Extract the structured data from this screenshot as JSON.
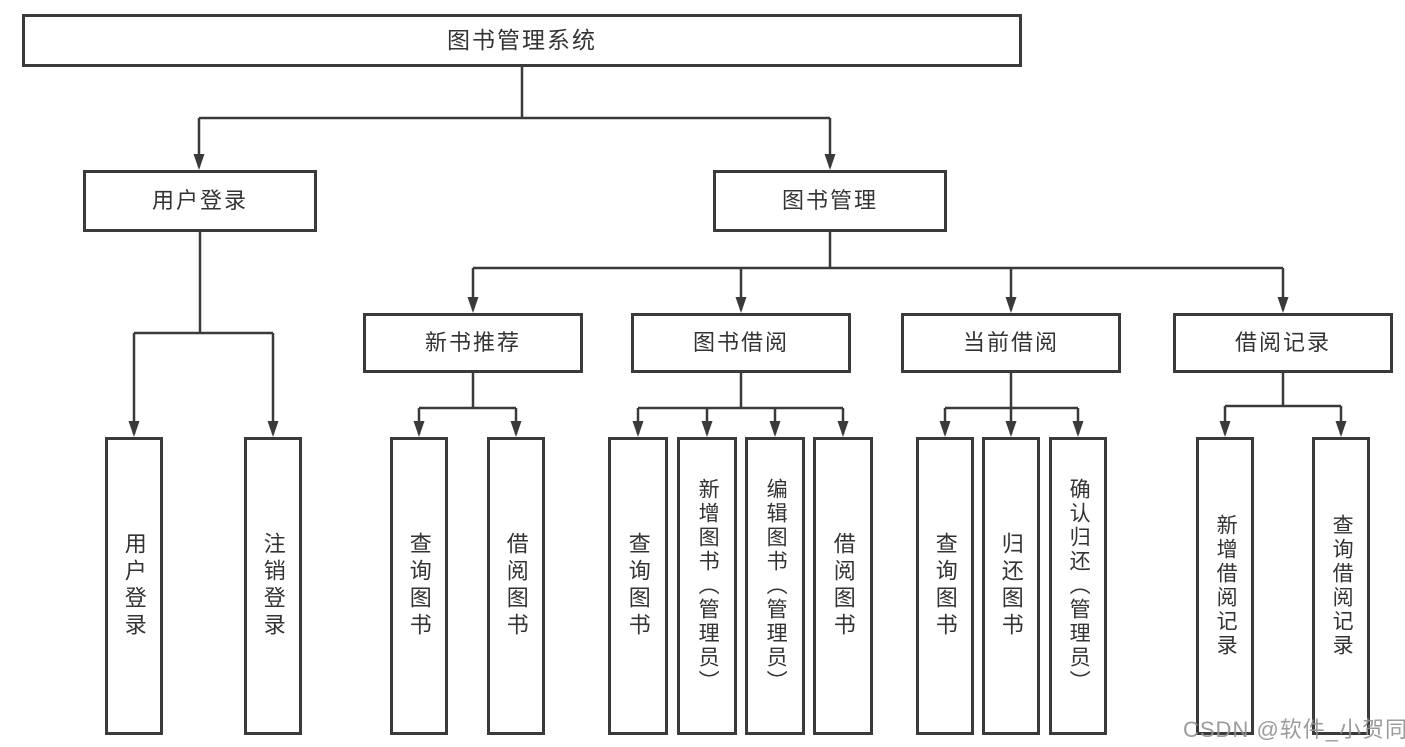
{
  "tree": {
    "root": {
      "label": "图书管理系统",
      "children": [
        {
          "label": "用户登录",
          "children": [
            {
              "label": "用户登录"
            },
            {
              "label": "注销登录"
            }
          ]
        },
        {
          "label": "图书管理",
          "children": [
            {
              "label": "新书推荐",
              "children": [
                {
                  "label": "查询图书"
                },
                {
                  "label": "借阅图书"
                }
              ]
            },
            {
              "label": "图书借阅",
              "children": [
                {
                  "label": "查询图书"
                },
                {
                  "label": "新增图书（管理员）"
                },
                {
                  "label": "编辑图书（管理员）"
                },
                {
                  "label": "借阅图书"
                }
              ]
            },
            {
              "label": "当前借阅",
              "children": [
                {
                  "label": "查询图书"
                },
                {
                  "label": "归还图书"
                },
                {
                  "label": "确认归还（管理员）"
                }
              ]
            },
            {
              "label": "借阅记录",
              "children": [
                {
                  "label": "新增借阅记录"
                },
                {
                  "label": "查询借阅记录"
                }
              ]
            }
          ]
        }
      ]
    }
  },
  "watermark": {
    "text": "CSDN @软件_小贺同学"
  },
  "colors": {
    "line": "#3a3a3a",
    "text": "#333333",
    "watermark": "#949494",
    "background": "#ffffff"
  }
}
